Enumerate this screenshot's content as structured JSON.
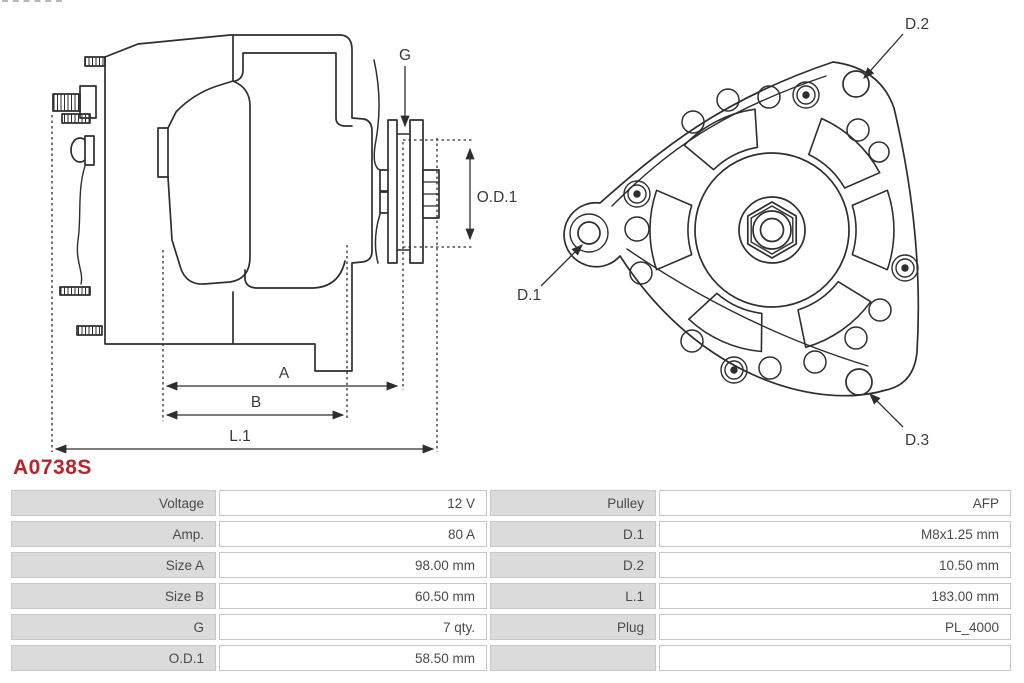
{
  "part_number": {
    "text": "A0738S",
    "color": "#b4262c"
  },
  "diagram": {
    "stroke_color": "#2e2e2e",
    "label_color": "#3a3a3a",
    "labels": {
      "g": "G",
      "od1": "O.D.1",
      "a": "A",
      "b": "B",
      "l1": "L.1",
      "d1": "D.1",
      "d2": "D.2",
      "d3": "D.3"
    }
  },
  "spec_table": {
    "label_bg": "#dbdbdb",
    "value_bg": "#ffffff",
    "border_color": "#c7c7c7",
    "rows": [
      {
        "l1": "Voltage",
        "v1": "12 V",
        "l2": "Pulley",
        "v2": "AFP"
      },
      {
        "l1": "Amp.",
        "v1": "80 A",
        "l2": "D.1",
        "v2": "M8x1.25 mm"
      },
      {
        "l1": "Size A",
        "v1": "98.00 mm",
        "l2": "D.2",
        "v2": "10.50 mm"
      },
      {
        "l1": "Size B",
        "v1": "60.50 mm",
        "l2": "L.1",
        "v2": "183.00 mm"
      },
      {
        "l1": "G",
        "v1": "7 qty.",
        "l2": "Plug",
        "v2": "PL_4000"
      },
      {
        "l1": "O.D.1",
        "v1": "58.50 mm",
        "l2": "",
        "v2": ""
      }
    ]
  }
}
